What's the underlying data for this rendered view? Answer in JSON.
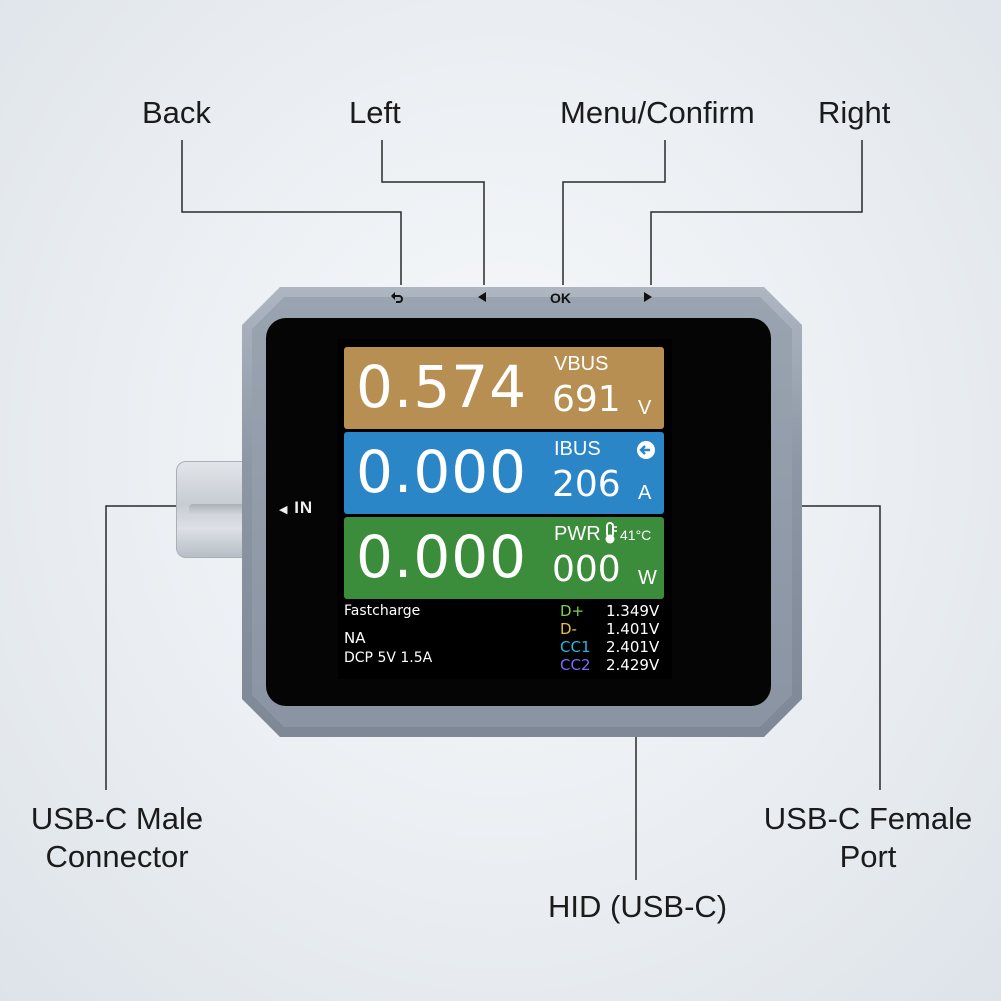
{
  "callouts": {
    "back": "Back",
    "left": "Left",
    "menu_confirm": "Menu/Confirm",
    "right": "Right",
    "usb_c_male_line1": "USB-C Male",
    "usb_c_male_line2": "Connector",
    "usb_c_female_line1": "USB-C Female",
    "usb_c_female_line2": "Port",
    "hid": "HID (USB-C)"
  },
  "device": {
    "button_ok": "OK",
    "in_label": "IN",
    "icons": [
      "back-arrow-icon",
      "left-triangle-icon",
      "right-triangle-icon",
      "thermometer-icon",
      "direction-arrow-icon"
    ]
  },
  "screen": {
    "vbus": {
      "value": "0.574",
      "tag": "VBUS",
      "sub": "691",
      "unit": "V",
      "color": "#b78f52"
    },
    "ibus": {
      "value": "0.000",
      "tag": "IBUS",
      "sub": "206",
      "unit": "A",
      "color": "#2a86c7"
    },
    "pwr": {
      "value": "0.000",
      "tag": "PWR",
      "temp": "41°C",
      "sub": "000",
      "unit": "W",
      "color": "#3b8d3c"
    },
    "fastcharge_label": "Fastcharge",
    "fastcharge_value": "NA",
    "protocol": "DCP 5V  1.5A",
    "lines": [
      {
        "label": "D+",
        "value": "1.349V",
        "color": "#7fd34a"
      },
      {
        "label": "D-",
        "value": "1.401V",
        "color": "#e6c23a"
      },
      {
        "label": "CC1",
        "value": "2.401V",
        "color": "#27b6e8"
      },
      {
        "label": "CC2",
        "value": "2.429V",
        "color": "#7a6bff"
      }
    ]
  }
}
